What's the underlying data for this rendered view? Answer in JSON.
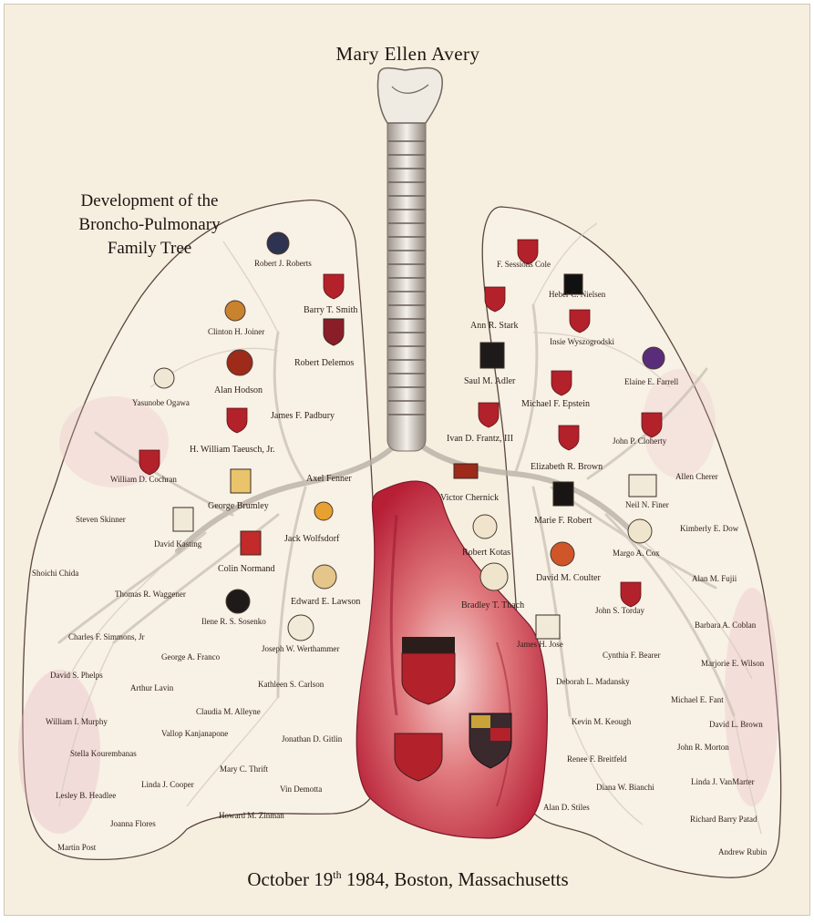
{
  "title": "Mary Ellen Avery",
  "subtitle": [
    "Development of the",
    "Broncho-Pulmonary",
    "Family Tree"
  ],
  "footer": {
    "prefix": "October 19",
    "sup": "th",
    "suffix": " 1984, Boston, Massachusetts"
  },
  "colors": {
    "background": "#f6efe0",
    "crest_red": "#b3212b",
    "heart": "#c8283c",
    "outline": "#5a463c"
  },
  "names": [
    "Robert J. Roberts",
    "Barry T. Smith",
    "Clinton H. Joiner",
    "Robert Delemos",
    "Alan Hodson",
    "Yasunobe Ogawa",
    "James F. Padbury",
    "H. William Taeusch, Jr.",
    "William D. Cochran",
    "Axel Fenner",
    "George Brumley",
    "Steven Skinner",
    "David Kasting",
    "Jack Wolfsdorf",
    "Colin Normand",
    "Shoichi Chida",
    "Thomas R. Waggener",
    "Ilene R. S. Sosenko",
    "Edward E. Lawson",
    "Charles F. Simmons, Jr",
    "George A. Franco",
    "Joseph W. Werthammer",
    "David S. Phelps",
    "Arthur Lavin",
    "Kathleen S. Carlson",
    "William I. Murphy",
    "Claudia M. Alleyne",
    "Vallop Kanjanapone",
    "Stella Kourembanas",
    "Jonathan D. Gitlin",
    "Mary C. Thrift",
    "Linda J. Cooper",
    "Lesley B. Headlee",
    "Vin Demotta",
    "Joanna Flores",
    "Howard M. Zinman",
    "Martin Post",
    "F. Sessions Cole",
    "Heber C. Nielsen",
    "Ann R. Stark",
    "Insie Wyszogrodski",
    "Saul M. Adler",
    "Elaine E. Farrell",
    "Michael F. Epstein",
    "Ivan D. Frantz, III",
    "John P. Cloherty",
    "Elizabeth R. Brown",
    "Allen Cherer",
    "Victor Chernick",
    "Neil N. Finer",
    "Marie F. Robert",
    "Kimberly E. Dow",
    "Robert Kotas",
    "Margo A. Cox",
    "David M. Coulter",
    "Alan M. Fujii",
    "Bradley T. Thach",
    "John S. Torday",
    "Barbara A. Coblan",
    "James H. Jose",
    "Cynthia F. Bearer",
    "Marjorie E. Wilson",
    "Deborah L. Madansky",
    "Michael E. Fant",
    "Kevin M. Keough",
    "David L. Brown",
    "John R. Morton",
    "Renee F. Breitfeld",
    "Diana W. Bianchi",
    "Linda J. VanMarter",
    "Alan D. Stiles",
    "Richard Barry Patad",
    "Andrew Rubin"
  ]
}
